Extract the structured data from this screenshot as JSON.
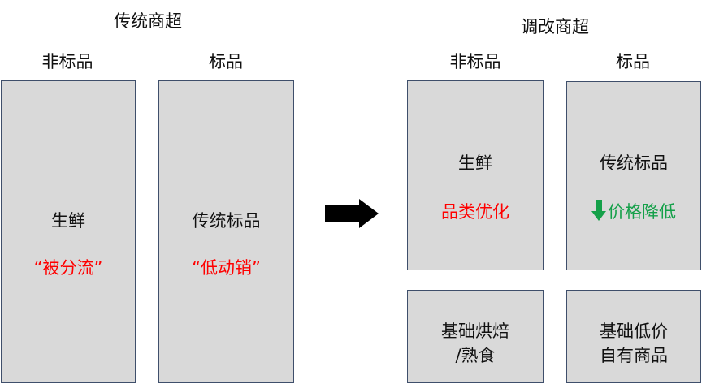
{
  "left": {
    "title": "传统商超",
    "col1_header": "非标品",
    "col2_header": "标品",
    "box1": {
      "name": "生鲜",
      "note": "“被分流”"
    },
    "box2": {
      "name": "传统标品",
      "note": "“低动销”"
    }
  },
  "right": {
    "title": "调改商超",
    "col1_header": "非标品",
    "col2_header": "标品",
    "box1": {
      "name": "生鲜",
      "note": "品类优化"
    },
    "box2": {
      "name": "传统标品",
      "note": "价格降低"
    },
    "box3": {
      "line1": "基础烘焙",
      "line2": "/熟食"
    },
    "box4": {
      "line1": "基础低价",
      "line2": "自有商品"
    }
  },
  "colors": {
    "box_fill": "#d9d9d9",
    "box_border": "#3f4f6b",
    "highlight_red": "#ff0000",
    "highlight_green": "#14a049"
  },
  "icons": {
    "transition": "right-arrow-icon",
    "price_down": "down-arrow-icon"
  }
}
